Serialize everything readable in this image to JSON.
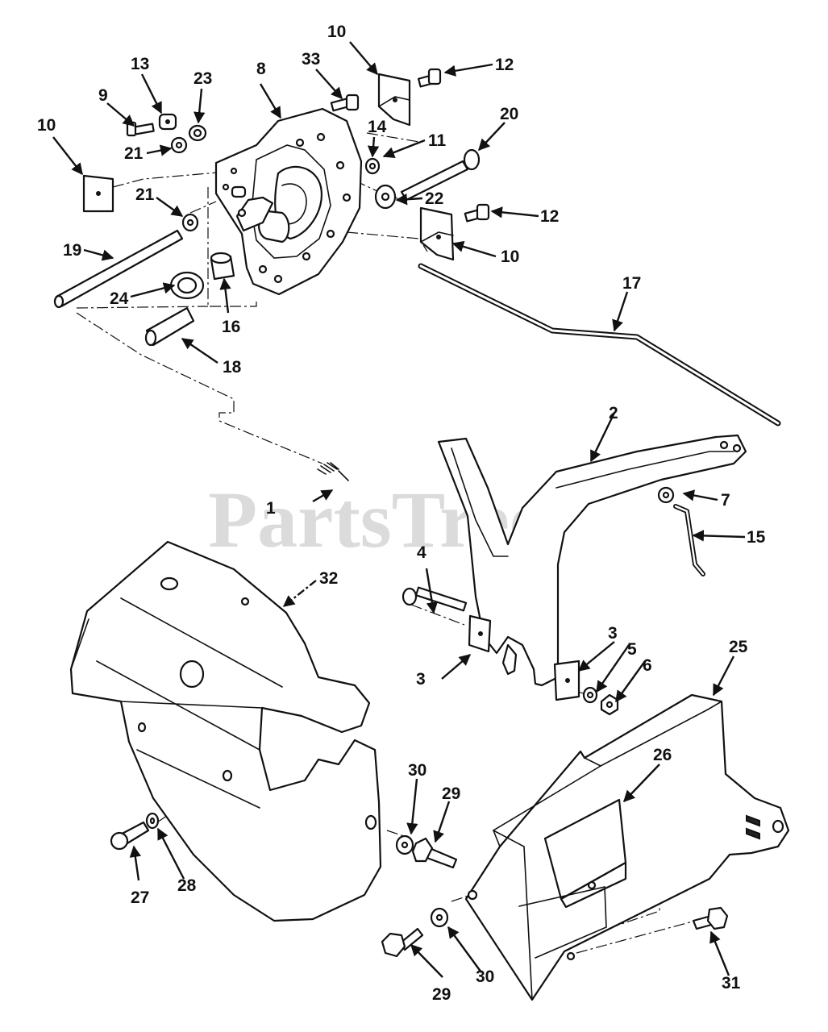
{
  "watermark": "PartsTree",
  "watermark_tm": "™",
  "callouts": {
    "c1": "1",
    "c2": "2",
    "c3a": "3",
    "c3b": "3",
    "c4": "4",
    "c5": "5",
    "c6": "6",
    "c7": "7",
    "c8": "8",
    "c9": "9",
    "c10a": "10",
    "c10b": "10",
    "c10c": "10",
    "c11": "11",
    "c12a": "12",
    "c12b": "12",
    "c13": "13",
    "c14": "14",
    "c15": "15",
    "c16": "16",
    "c17": "17",
    "c18": "18",
    "c19": "19",
    "c20": "20",
    "c21a": "21",
    "c21b": "21",
    "c22": "22",
    "c23": "23",
    "c24": "24",
    "c25": "25",
    "c26": "26",
    "c27": "27",
    "c28": "28",
    "c29a": "29",
    "c29b": "29",
    "c30a": "30",
    "c30b": "30",
    "c31": "31",
    "c32": "32",
    "c33": "33"
  }
}
